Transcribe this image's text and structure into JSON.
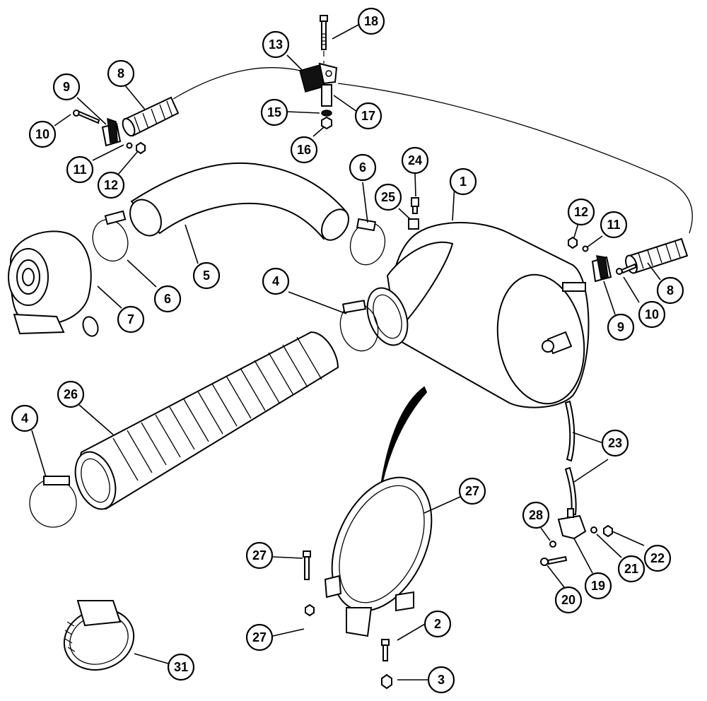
{
  "callouts": [
    {
      "id": "c1",
      "label": "1"
    },
    {
      "id": "c2",
      "label": "2"
    },
    {
      "id": "c3",
      "label": "3"
    },
    {
      "id": "c4a",
      "label": "4"
    },
    {
      "id": "c4b",
      "label": "4"
    },
    {
      "id": "c5",
      "label": "5"
    },
    {
      "id": "c6a",
      "label": "6"
    },
    {
      "id": "c6b",
      "label": "6"
    },
    {
      "id": "c7",
      "label": "7"
    },
    {
      "id": "c8a",
      "label": "8"
    },
    {
      "id": "c8b",
      "label": "8"
    },
    {
      "id": "c9a",
      "label": "9"
    },
    {
      "id": "c9b",
      "label": "9"
    },
    {
      "id": "c10a",
      "label": "10"
    },
    {
      "id": "c10b",
      "label": "10"
    },
    {
      "id": "c11a",
      "label": "11"
    },
    {
      "id": "c11b",
      "label": "11"
    },
    {
      "id": "c12a",
      "label": "12"
    },
    {
      "id": "c12b",
      "label": "12"
    },
    {
      "id": "c13",
      "label": "13"
    },
    {
      "id": "c15",
      "label": "15"
    },
    {
      "id": "c16",
      "label": "16"
    },
    {
      "id": "c17",
      "label": "17"
    },
    {
      "id": "c18",
      "label": "18"
    },
    {
      "id": "c19",
      "label": "19"
    },
    {
      "id": "c20",
      "label": "20"
    },
    {
      "id": "c21",
      "label": "21"
    },
    {
      "id": "c22",
      "label": "22"
    },
    {
      "id": "c23",
      "label": "23"
    },
    {
      "id": "c24",
      "label": "24"
    },
    {
      "id": "c25",
      "label": "25"
    },
    {
      "id": "c26",
      "label": "26"
    },
    {
      "id": "c27a",
      "label": "27"
    },
    {
      "id": "c27b",
      "label": "27"
    },
    {
      "id": "c27c",
      "label": "27"
    },
    {
      "id": "c28",
      "label": "28"
    },
    {
      "id": "c31",
      "label": "31"
    }
  ]
}
